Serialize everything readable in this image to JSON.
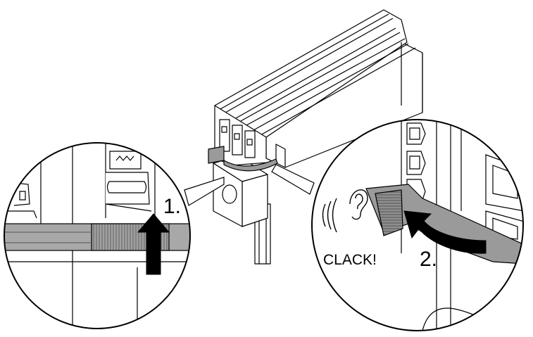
{
  "labels": {
    "step1": "1.",
    "step2": "2.",
    "sound": "CLACK!"
  },
  "colors": {
    "line": "#000000",
    "clip_fill": "#9a9a9a",
    "strip_fill": "#a8a8a8",
    "arrow_fill": "#000000",
    "background": "#ffffff"
  },
  "icons": {
    "sound_waves": "sound-waves-icon",
    "ear": "ear-icon"
  }
}
